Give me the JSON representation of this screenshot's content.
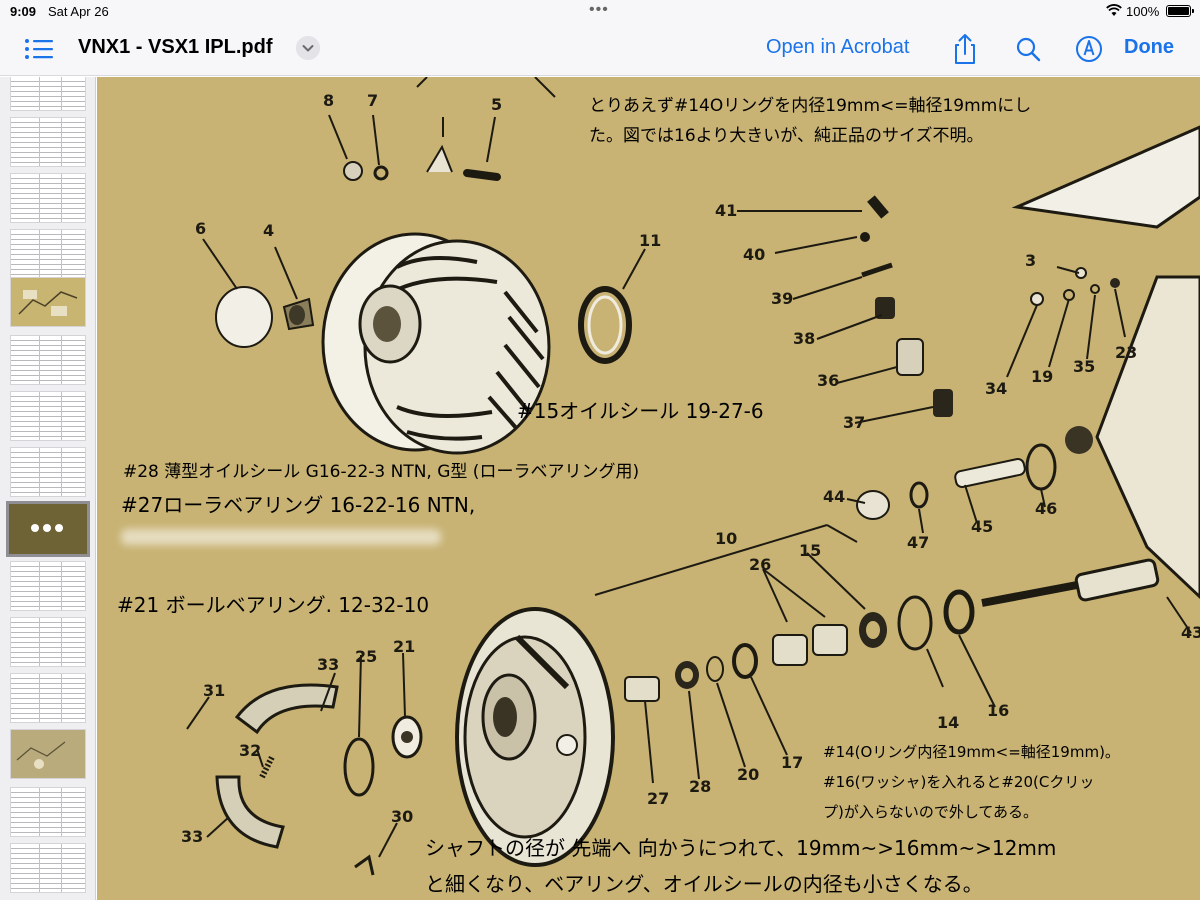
{
  "status_bar": {
    "time": "9:09",
    "date": "Sat Apr 26",
    "battery_pct": "100%",
    "battery_level": 1.0
  },
  "toolbar": {
    "title": "VNX1 - VSX1 IPL.pdf",
    "open_in_acrobat": "Open in Acrobat",
    "done": "Done",
    "accent_color": "#1a73e8"
  },
  "icons": [
    "list-icon",
    "chevron-down-icon",
    "share-icon",
    "search-icon",
    "markup-icon",
    "wifi-icon",
    "battery-icon"
  ],
  "page": {
    "background_color": "#c8b374",
    "part_numbers": [
      "8",
      "7",
      "5",
      "6",
      "4",
      "11",
      "41",
      "40",
      "39",
      "38",
      "36",
      "37",
      "3",
      "34",
      "19",
      "35",
      "23",
      "44",
      "47",
      "45",
      "46",
      "10",
      "26",
      "15",
      "43",
      "33",
      "25",
      "21",
      "31",
      "32",
      "33",
      "27",
      "28",
      "20",
      "17",
      "14",
      "16",
      "30"
    ],
    "notes": {
      "top_note_line1": "とりあえず#14Oリングを内径19mm<=軸径19mmにし",
      "top_note_line2": "た。図では16より大きいが、純正品のサイズ不明。",
      "oil_seal_15": "#15オイルシール 19-27-6",
      "oil_seal_28": "#28 薄型オイルシール  G16-22-3 NTN, G型 (ローラベアリング用)",
      "roller_bearing_27": "#27ローラベアリング 16-22-16 NTN,",
      "ball_bearing_21": "#21 ボールベアリング. 12-32-10",
      "oring_14_line1": "#14(Oリング内径19mm<=軸径19mm)。",
      "oring_14_line2": "#16(ワッシャ)を入れると#20(Cクリッ",
      "oring_14_line3": "プ)が入らないので外してある。",
      "shaft_line1": "シャフトの径が 先端へ 向かうにつれて、19mm~>16mm~>12mm",
      "shaft_line2": "と細くなり、ベアリング、オイルシールの内径も小さくなる。"
    }
  }
}
